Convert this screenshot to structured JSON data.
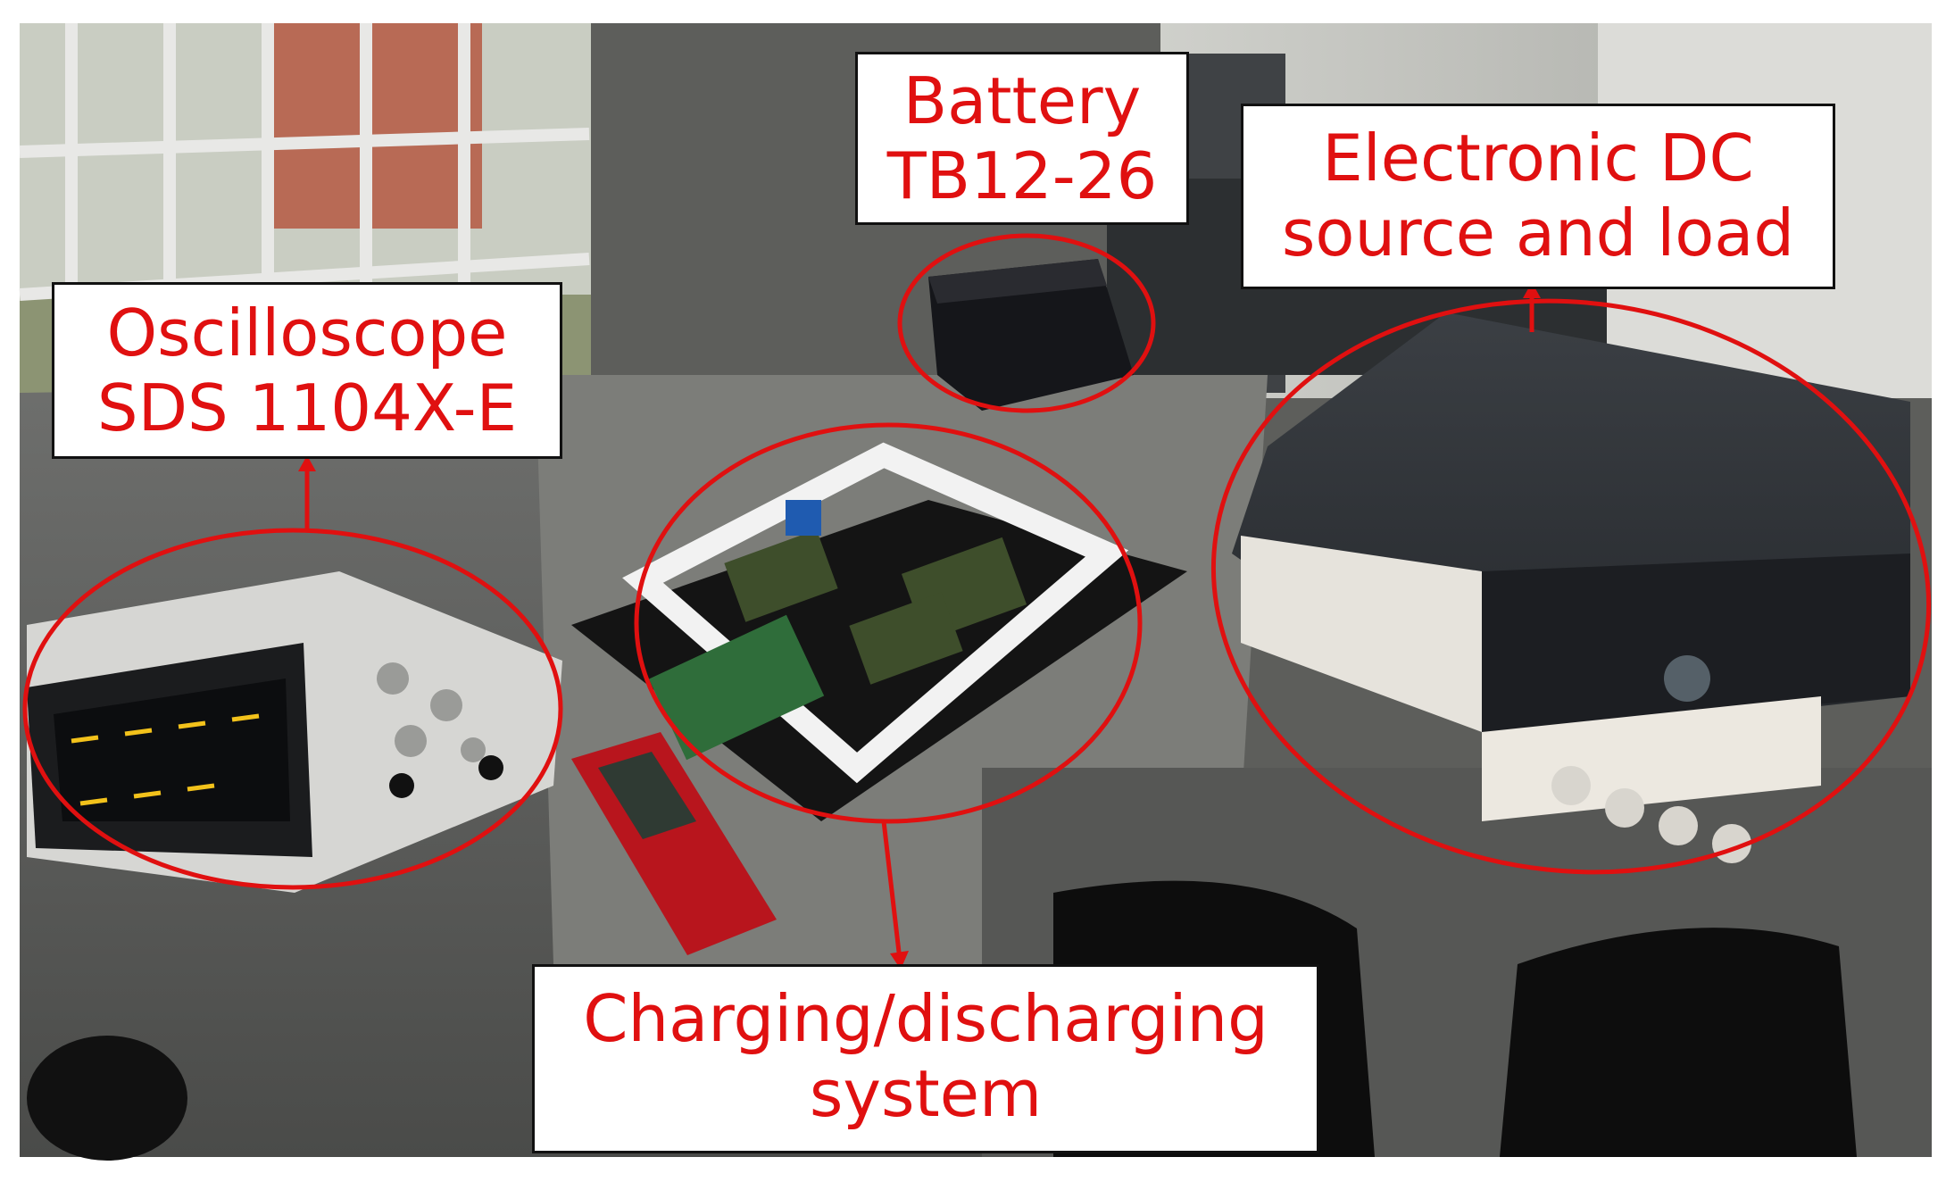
{
  "colors": {
    "annotation": "#e01010",
    "label_text": "#e01010",
    "label_border": "#111111",
    "label_bg": "#ffffff"
  },
  "labels": {
    "battery": [
      "Battery",
      "TB12-26"
    ],
    "dc_source_load": [
      "Electronic DC",
      "source and load"
    ],
    "oscilloscope": [
      "Oscilloscope",
      "SDS 1104X-E"
    ],
    "charging_system": [
      "Charging/discharging",
      "system"
    ]
  }
}
